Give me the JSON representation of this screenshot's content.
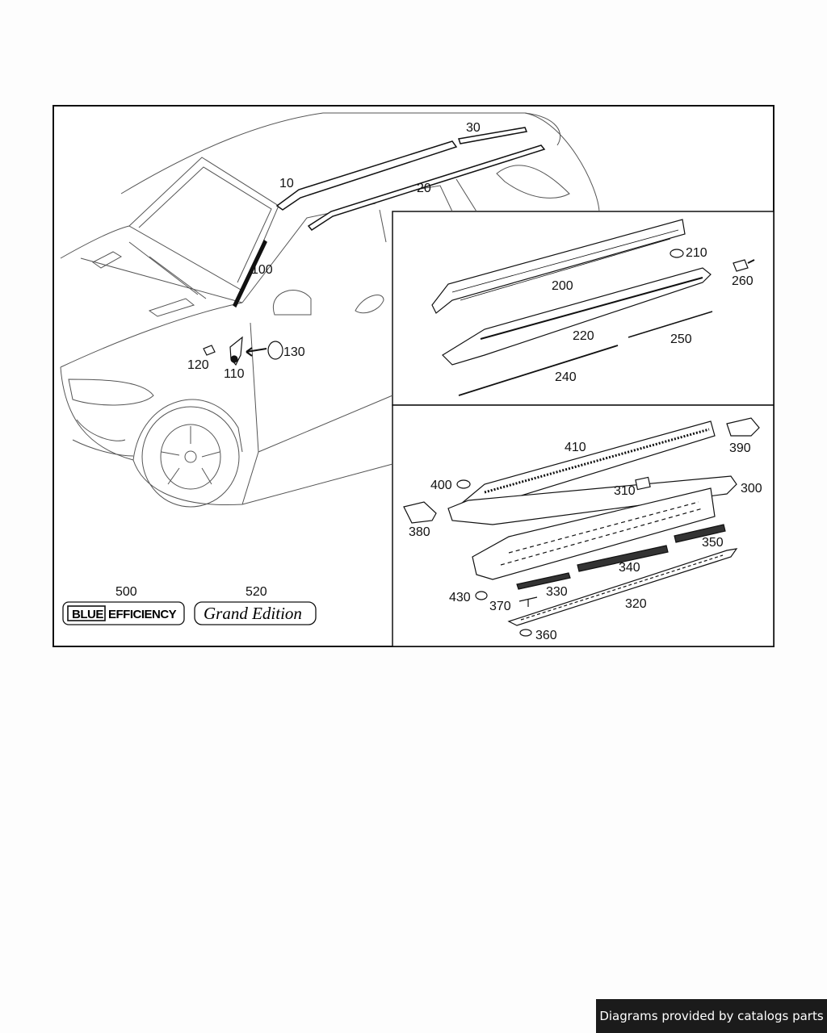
{
  "parts": {
    "p10": "10",
    "p20": "20",
    "p30": "30",
    "p100": "100",
    "p110": "110",
    "p120": "120",
    "p130": "130",
    "p200": "200",
    "p210": "210",
    "p220": "220",
    "p240": "240",
    "p250": "250",
    "p260": "260",
    "p300": "300",
    "p310": "310",
    "p320": "320",
    "p330": "330",
    "p340": "340",
    "p350": "350",
    "p360": "360",
    "p370": "370",
    "p380": "380",
    "p390": "390",
    "p400": "400",
    "p410": "410",
    "p430": "430",
    "p500": "500",
    "p520": "520"
  },
  "badges": {
    "blue": "BLUE",
    "efficiency": "EFFICIENCY",
    "grand_edition": "Grand Edition"
  },
  "footer": {
    "credit": "Diagrams provided by catalogs parts"
  }
}
